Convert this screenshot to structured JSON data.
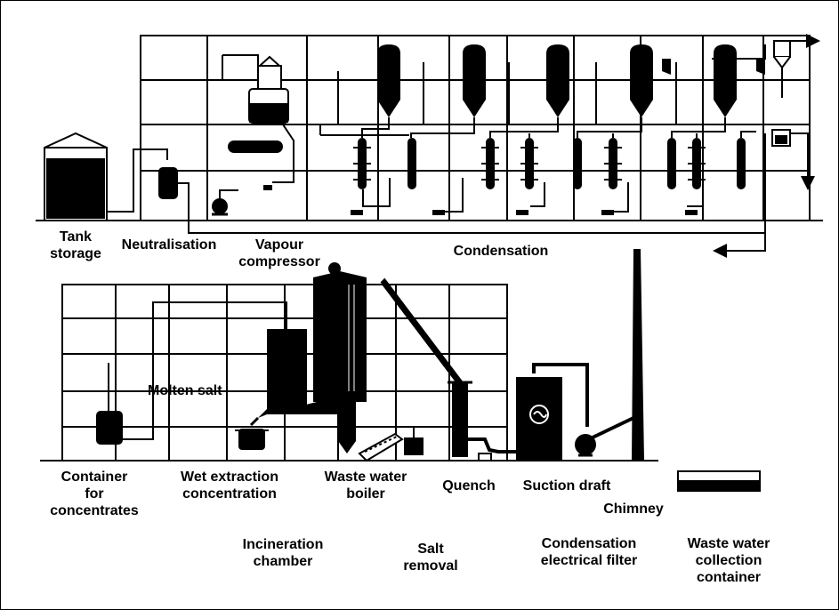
{
  "labels": {
    "tank_storage": "Tank\nstorage",
    "neutralisation": "Neutralisation",
    "vapour_compressor": "Vapour\ncompressor",
    "condensation": "Condensation",
    "molten_salt": "Molten salt",
    "container_for_concentrates": "Container\nfor\nconcentrates",
    "wet_extraction_concentration": "Wet extraction\nconcentration",
    "waste_water_boiler": "Waste water\nboiler",
    "quench": "Quench",
    "suction_draft": "Suction draft",
    "chimney": "Chimney",
    "incineration_chamber": "Incineration\nchamber",
    "salt_removal": "Salt\nremoval",
    "condensation_electrical_filter": "Condensation\nelectrical filter",
    "waste_water_collection_container": "Waste water\ncollection\ncontainer"
  },
  "colors": {
    "line": "#000000",
    "background": "#ffffff"
  }
}
